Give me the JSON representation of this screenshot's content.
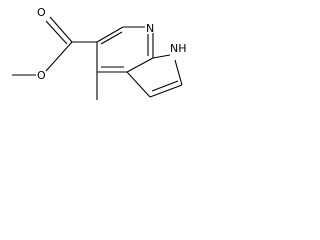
{
  "structure": {
    "atom_labels": {
      "carbonyl_oxygen": "O",
      "ester_oxygen": "O",
      "ring_nitrogen": "N",
      "nh": "NH"
    }
  }
}
